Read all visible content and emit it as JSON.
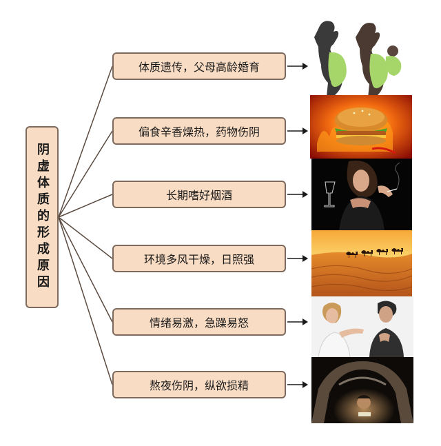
{
  "diagram": {
    "root_label": "阴虚体质的形成原因",
    "causes": [
      {
        "label": "体质遗传，父母高龄婚育",
        "image_icon": "pregnant-women-silhouette-icon"
      },
      {
        "label": "偏食辛香燥热，药物伤阴",
        "image_icon": "burger-fire-photo"
      },
      {
        "label": "长期嗜好烟酒",
        "image_icon": "woman-smoking-drinking-photo"
      },
      {
        "label": "环境多风干燥，日照强",
        "image_icon": "desert-camels-photo"
      },
      {
        "label": "情绪易激，急躁易怒",
        "image_icon": "couple-arguing-photo"
      },
      {
        "label": "熬夜伤阴，纵欲损精",
        "image_icon": "person-under-blanket-phone-photo"
      }
    ]
  },
  "colors": {
    "box_fill": "#f9dcc4",
    "box_border": "#7d6a5d",
    "connector": "#5a4a40",
    "text": "#1a1a1a"
  }
}
